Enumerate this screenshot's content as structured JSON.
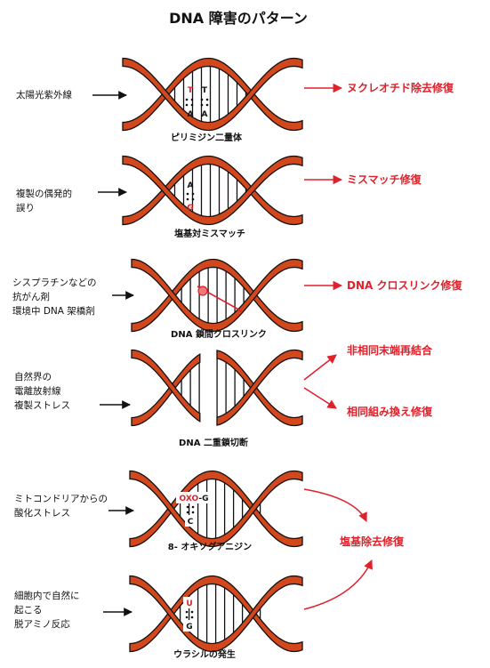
{
  "title": "DNA 障害のパターン",
  "panels": [
    {
      "causes": [
        "太陽光紫外線"
      ],
      "label": "ピリミジン二量体",
      "bases": [
        "T",
        "T",
        "A",
        "A"
      ],
      "repairs": [
        "ヌクレオチド除去修復"
      ]
    },
    {
      "causes": [
        "複製の偶発的",
        "誤り"
      ],
      "label": "塩基対ミスマッチ",
      "bases": [
        "A",
        "G"
      ],
      "repairs": [
        "ミスマッチ修復"
      ]
    },
    {
      "causes": [
        "シスプラチンなどの",
        "抗がん剤",
        "環境中 DNA 架橋剤"
      ],
      "label": "DNA 鎖間クロスリンク",
      "repairs": [
        "DNA クロスリンク修復"
      ]
    },
    {
      "causes": [
        "自然界の",
        "電離放射線",
        "複製ストレス"
      ],
      "label": "DNA 二重鎖切断",
      "repairs": [
        "非相同末端再結合",
        "相同組み換え修復"
      ]
    },
    {
      "causes": [
        "ミトコンドリアからの",
        "酸化ストレス"
      ],
      "label": "8- オキソグアニジン",
      "bases": [
        "OXO-G",
        "C"
      ],
      "repairs": []
    },
    {
      "causes": [
        "細胞内で自然に",
        "起こる",
        "脱アミノ反応"
      ],
      "label": "ウラシルの発生",
      "bases": [
        "U",
        "G"
      ],
      "repairs": []
    }
  ],
  "shared_repair": "塩基除去修復",
  "colors": {
    "strand": "#d2471c",
    "repair": "#e0202a",
    "outline": "#111111"
  }
}
